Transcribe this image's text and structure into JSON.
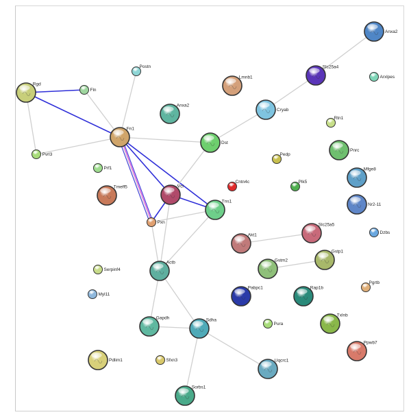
{
  "network": {
    "nodes": [
      {
        "id": "Anxa2_tr",
        "label": "Anxa2",
        "color": "#4f86c6",
        "size": "large"
      },
      {
        "id": "Slc25a4",
        "label": "Slc25a4",
        "color": "#5a35b8",
        "size": "large"
      },
      {
        "id": "Arxlpes",
        "label": "Arxlpes",
        "color": "#7fd6b8",
        "size": "small"
      },
      {
        "id": "Lmnb1",
        "label": "Lmnb1",
        "color": "#d4a07a",
        "size": "large"
      },
      {
        "id": "Cryab",
        "label": "Cryab",
        "color": "#7fc4e0",
        "size": "large"
      },
      {
        "id": "Rtn1",
        "label": "Rtn1",
        "color": "#c8e08a",
        "size": "small"
      },
      {
        "id": "Pnrc",
        "label": "Pnrc",
        "color": "#6fbf6f",
        "size": "large"
      },
      {
        "id": "Postn",
        "label": "Postn",
        "color": "#8fd6d6",
        "size": "small"
      },
      {
        "id": "Rgd",
        "label": "Rgd",
        "color": "#c8cf7a",
        "size": "large"
      },
      {
        "id": "Fln",
        "label": "Fln",
        "color": "#9fd69f",
        "size": "small"
      },
      {
        "id": "Anxa2",
        "label": "Anxa2",
        "color": "#5fb5a0",
        "size": "large"
      },
      {
        "id": "Fn1",
        "label": "Fn1",
        "color": "#d0a56a",
        "size": "large"
      },
      {
        "id": "Dst",
        "label": "Dst",
        "color": "#6ecf6e",
        "size": "large"
      },
      {
        "id": "Pvrl3",
        "label": "Pvrl3",
        "color": "#a8dc7a",
        "size": "small"
      },
      {
        "id": "Prf1",
        "label": "Prf1",
        "color": "#9fdc8f",
        "size": "small"
      },
      {
        "id": "Pedp",
        "label": "Pedp",
        "color": "#c8c04f",
        "size": "small"
      },
      {
        "id": "Mfge8",
        "label": "Mfge8",
        "color": "#5fa0c8",
        "size": "large"
      },
      {
        "id": "Tmeff5",
        "label": "Tmeff5",
        "color": "#c87a5a",
        "size": "large"
      },
      {
        "id": "Vcl",
        "label": "Vcl",
        "color": "#b04a6a",
        "size": "large"
      },
      {
        "id": "Cntn4c",
        "label": "Cntn4c",
        "color": "#e02a2a",
        "size": "small"
      },
      {
        "id": "Plk5",
        "label": "Plk5",
        "color": "#4faf4f",
        "size": "small"
      },
      {
        "id": "Tns1",
        "label": "Tns1",
        "color": "#6ecf8a",
        "size": "large"
      },
      {
        "id": "Nr2-11",
        "label": "Nr2-11",
        "color": "#5f86c8",
        "size": "large"
      },
      {
        "id": "Pxn",
        "label": "Pxn",
        "color": "#e0a070",
        "size": "small"
      },
      {
        "id": "Slc25a5",
        "label": "Slc25a5",
        "color": "#c86a7a",
        "size": "large"
      },
      {
        "id": "Akt1",
        "label": "Akt1",
        "color": "#c07a7a",
        "size": "large"
      },
      {
        "id": "Dzbs",
        "label": "Dzbs",
        "color": "#6aa8e0",
        "size": "small"
      },
      {
        "id": "Gstm2",
        "label": "Gstm2",
        "color": "#8fc07a",
        "size": "large"
      },
      {
        "id": "Gstp1",
        "label": "Gstp1",
        "color": "#a8b86a",
        "size": "large"
      },
      {
        "id": "Serpinf4",
        "label": "Serpinf4",
        "color": "#c8dc8a",
        "size": "small"
      },
      {
        "id": "Actb",
        "label": "Actb",
        "color": "#5faf9f",
        "size": "large"
      },
      {
        "id": "Myl11",
        "label": "Myl11",
        "color": "#8fb8dc",
        "size": "small"
      },
      {
        "id": "Pabpc1",
        "label": "Pabpc1",
        "color": "#2a3aa8",
        "size": "large"
      },
      {
        "id": "Rap1b",
        "label": "Rap1b",
        "color": "#2a8a7a",
        "size": "large"
      },
      {
        "id": "Pgrtb",
        "label": "Pgrtb",
        "color": "#e0b07a",
        "size": "small"
      },
      {
        "id": "Gapdh",
        "label": "Gapdh",
        "color": "#5fb8a0",
        "size": "large"
      },
      {
        "id": "Sdha",
        "label": "Sdha",
        "color": "#4faab8",
        "size": "large"
      },
      {
        "id": "Pura",
        "label": "Pura",
        "color": "#a8dc7a",
        "size": "small"
      },
      {
        "id": "Txlnb",
        "label": "Txlnb",
        "color": "#8ab84a",
        "size": "large"
      },
      {
        "id": "Pdlim1",
        "label": "Pdlim1",
        "color": "#d8d07a",
        "size": "large"
      },
      {
        "id": "Sfxn3",
        "label": "Sfxn3",
        "color": "#d8c86a",
        "size": "small"
      },
      {
        "id": "Ppwb7",
        "label": "Ppwb7",
        "color": "#d87a6a",
        "size": "large"
      },
      {
        "id": "Uqcrc1",
        "label": "Uqcrc1",
        "color": "#6aaac0",
        "size": "large"
      },
      {
        "id": "Sorbs1",
        "label": "Sorbs1",
        "color": "#4aaa8a",
        "size": "large"
      }
    ],
    "edges": [
      {
        "source": "Slc25a4",
        "target": "Anxa2_tr",
        "type": "gray"
      },
      {
        "source": "Cryab",
        "target": "Slc25a4",
        "type": "gray"
      },
      {
        "source": "Dst",
        "target": "Cryab",
        "type": "gray"
      },
      {
        "source": "Rgd",
        "target": "Fln",
        "type": "blue"
      },
      {
        "source": "Rgd",
        "target": "Fn1",
        "type": "blue"
      },
      {
        "source": "Rgd",
        "target": "Pvrl3",
        "type": "gray"
      },
      {
        "source": "Fln",
        "target": "Fn1",
        "type": "gray"
      },
      {
        "source": "Postn",
        "target": "Fn1",
        "type": "gray"
      },
      {
        "source": "Pvrl3",
        "target": "Fn1",
        "type": "gray"
      },
      {
        "source": "Fn1",
        "target": "Dst",
        "type": "gray"
      },
      {
        "source": "Fn1",
        "target": "Vcl",
        "type": "blue"
      },
      {
        "source": "Fn1",
        "target": "Tns1",
        "type": "blue"
      },
      {
        "source": "Fn1",
        "target": "Pxn",
        "type": "multi"
      },
      {
        "source": "Dst",
        "target": "Vcl",
        "type": "gray"
      },
      {
        "source": "Vcl",
        "target": "Tns1",
        "type": "blue"
      },
      {
        "source": "Vcl",
        "target": "Pxn",
        "type": "blue"
      },
      {
        "source": "Pxn",
        "target": "Tns1",
        "type": "gray"
      },
      {
        "source": "Pxn",
        "target": "Actb",
        "type": "gray"
      },
      {
        "source": "Vcl",
        "target": "Actb",
        "type": "gray"
      },
      {
        "source": "Tns1",
        "target": "Actb",
        "type": "gray"
      },
      {
        "source": "Actb",
        "target": "Gapdh",
        "type": "gray"
      },
      {
        "source": "Actb",
        "target": "Sdha",
        "type": "gray"
      },
      {
        "source": "Gapdh",
        "target": "Sdha",
        "type": "gray"
      },
      {
        "source": "Sdha",
        "target": "Uqcrc1",
        "type": "gray"
      },
      {
        "source": "Sdha",
        "target": "Sorbs1",
        "type": "gray"
      },
      {
        "source": "Akt1",
        "target": "Slc25a5",
        "type": "gray"
      },
      {
        "source": "Gstm2",
        "target": "Gstp1",
        "type": "gray"
      }
    ]
  }
}
